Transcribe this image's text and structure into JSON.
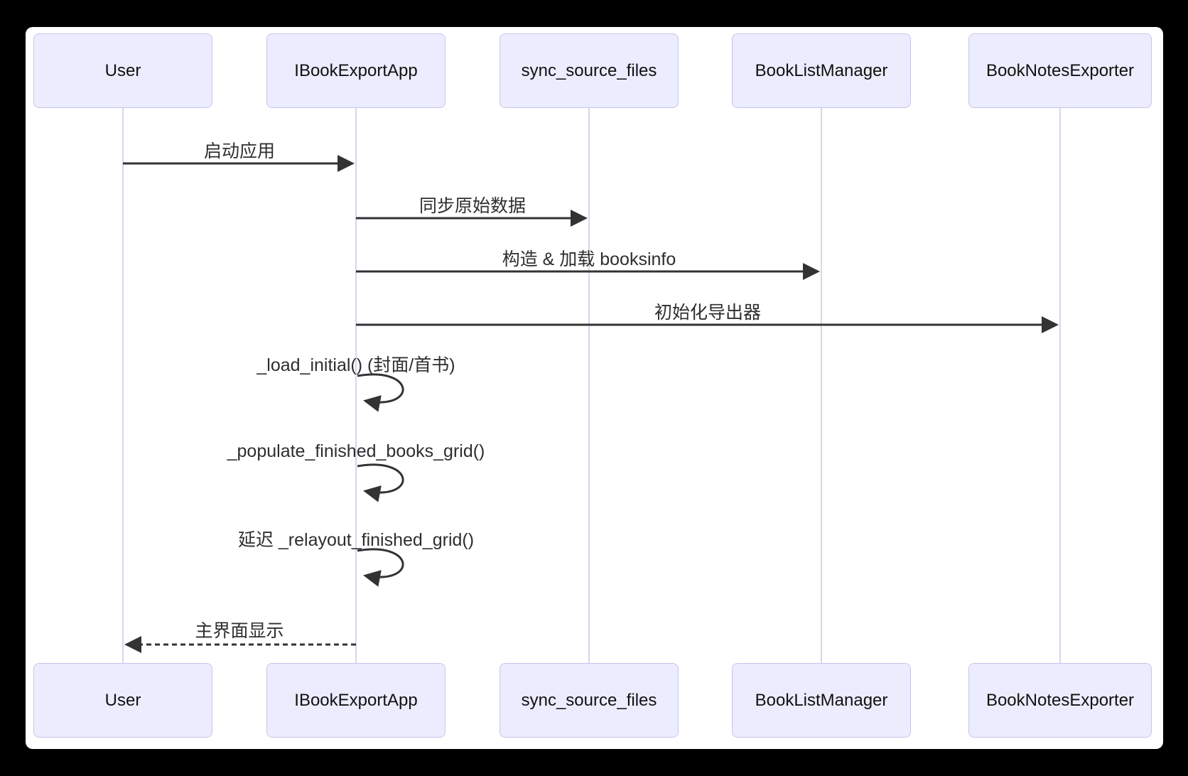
{
  "diagram": {
    "type": "sequence",
    "participants": [
      {
        "name": "User"
      },
      {
        "name": "IBookExportApp"
      },
      {
        "name": "sync_source_files"
      },
      {
        "name": "BookListManager"
      },
      {
        "name": "BookNotesExporter"
      }
    ],
    "messages": [
      {
        "from": "User",
        "to": "IBookExportApp",
        "label": "启动应用",
        "style": "solid"
      },
      {
        "from": "IBookExportApp",
        "to": "sync_source_files",
        "label": "同步原始数据",
        "style": "solid"
      },
      {
        "from": "IBookExportApp",
        "to": "BookListManager",
        "label": "构造 & 加载 booksinfo",
        "style": "solid"
      },
      {
        "from": "IBookExportApp",
        "to": "BookNotesExporter",
        "label": "初始化导出器",
        "style": "solid"
      },
      {
        "from": "IBookExportApp",
        "to": "IBookExportApp",
        "label": "_load_initial() (封面/首书)",
        "style": "self"
      },
      {
        "from": "IBookExportApp",
        "to": "IBookExportApp",
        "label": "_populate_finished_books_grid()",
        "style": "self"
      },
      {
        "from": "IBookExportApp",
        "to": "IBookExportApp",
        "label": "延迟 _relayout_finished_grid()",
        "style": "self"
      },
      {
        "from": "IBookExportApp",
        "to": "User",
        "label": "主界面显示",
        "style": "dashed"
      }
    ],
    "colors": {
      "canvas_background": "#000000",
      "page_background": "#ffffff",
      "actor_fill": "#ECECFF",
      "actor_border": "#c9c5ea",
      "lifeline": "#d8d5ec",
      "arrow": "#333333",
      "text": "#2e2e2e"
    }
  }
}
